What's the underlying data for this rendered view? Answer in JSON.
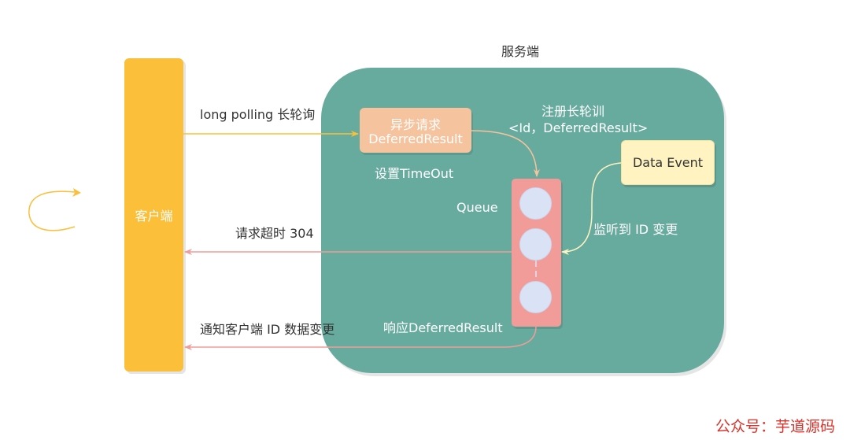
{
  "server": {
    "title": "服务端"
  },
  "client": {
    "label": "客户端"
  },
  "async_request": {
    "line1": "异步请求",
    "line2": "DeferredResult"
  },
  "data_event": {
    "label": "Data Event"
  },
  "queue": {
    "label": "Queue"
  },
  "labels": {
    "long_polling": "long polling 长轮询",
    "register_line1": "注册长轮训",
    "register_line2": "<Id，DeferredResult>",
    "set_timeout": "设置TimeOut",
    "request_timeout": "请求超时 304",
    "listen_change": "监听到 ID 变更",
    "notify_client": "通知客户端 ID 数据变更",
    "response_deferred": "响应DeferredResult"
  },
  "watermark": "公众号：芋道源码",
  "colors": {
    "server_bg": "#67ab9f",
    "client_bg": "#fbbf3a",
    "async_bg": "#f5c39e",
    "event_bg": "#fff3c2",
    "queue_bg": "#f19c99",
    "circle_bg": "#dae3f6",
    "request_arrow": "#fbbf3a",
    "response_arrow": "#f19c99",
    "watermark": "#d9322a"
  }
}
